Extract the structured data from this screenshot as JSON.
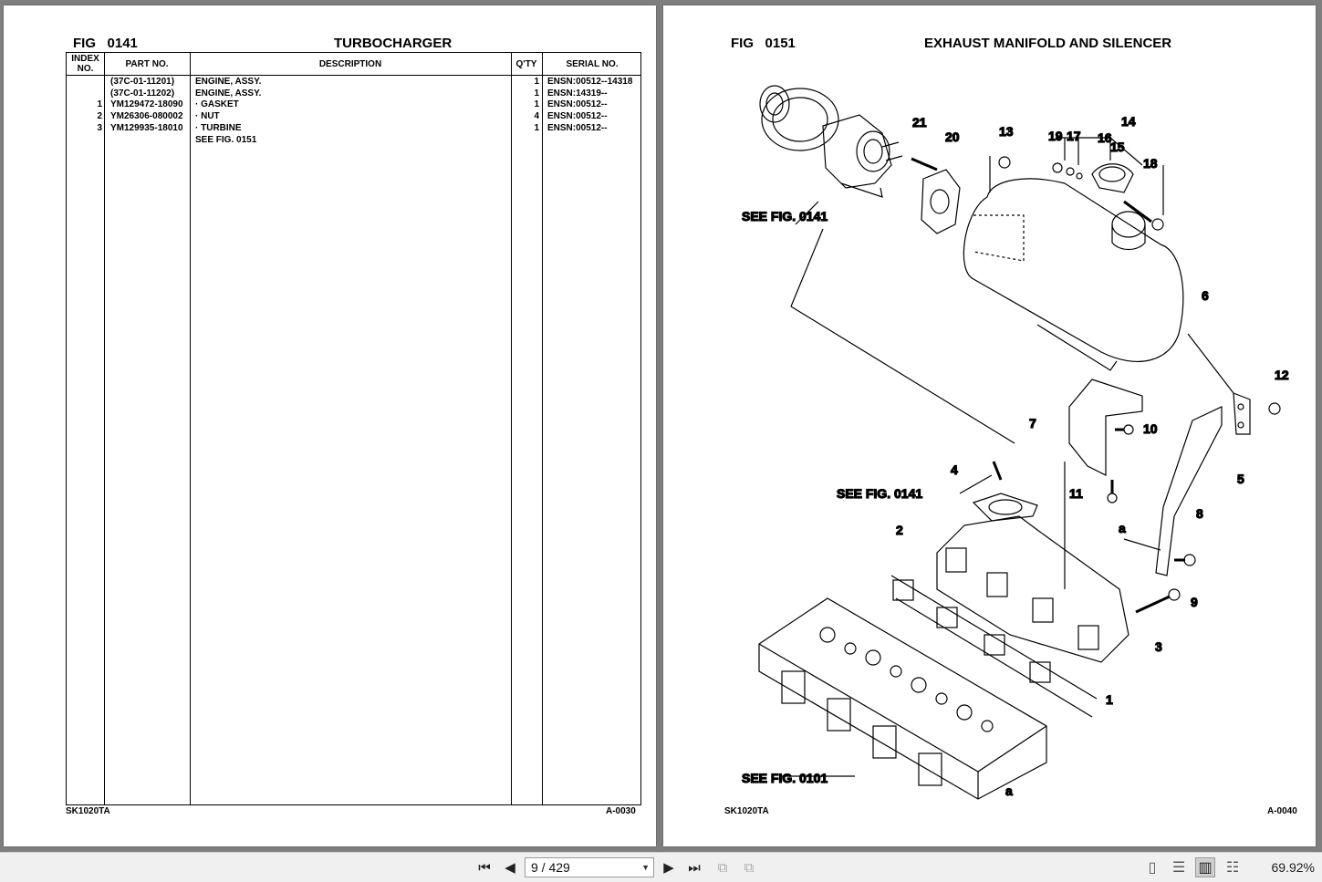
{
  "left_page": {
    "fig_label": "FIG",
    "fig_number": "0141",
    "title": "TURBOCHARGER",
    "table": {
      "headers": {
        "index": "INDEX NO.",
        "part_no": "PART NO.",
        "description": "DESCRIPTION",
        "qty": "Q'TY",
        "serial_no": "SERIAL NO."
      },
      "rows": [
        {
          "index": "",
          "part_no": "(37C-01-11201)",
          "description": "ENGINE, ASSY.",
          "qty": "1",
          "serial_no": "ENSN:00512--14318"
        },
        {
          "index": "",
          "part_no": "(37C-01-11202)",
          "description": "ENGINE, ASSY.",
          "qty": "1",
          "serial_no": "ENSN:14319--"
        },
        {
          "index": "1",
          "part_no": "YM129472-18090",
          "description": "·  GASKET",
          "qty": "1",
          "serial_no": "ENSN:00512--"
        },
        {
          "index": "2",
          "part_no": "YM26306-080002",
          "description": "·  NUT",
          "qty": "4",
          "serial_no": "ENSN:00512--"
        },
        {
          "index": "3",
          "part_no": "YM129935-18010",
          "description": "·  TURBINE",
          "qty": "1",
          "serial_no": "ENSN:00512--"
        },
        {
          "index": "",
          "part_no": "",
          "description": "SEE FIG. 0151",
          "qty": "",
          "serial_no": ""
        }
      ]
    },
    "footer_left": "SK1020TA",
    "footer_right": "A-0030"
  },
  "right_page": {
    "fig_label": "FIG",
    "fig_number": "0151",
    "title": "EXHAUST MANIFOLD AND SILENCER",
    "diagram": {
      "references": [
        "SEE FIG. 0141",
        "SEE FIG. 0141",
        "SEE FIG. 0101"
      ],
      "callouts": [
        "1",
        "2",
        "3",
        "4",
        "5",
        "6",
        "7",
        "8",
        "9",
        "10",
        "11",
        "12",
        "13",
        "14",
        "15",
        "16",
        "17",
        "18",
        "19",
        "20",
        "21",
        "a",
        "a"
      ]
    },
    "footer_left": "SK1020TA",
    "footer_right": "A-0040"
  },
  "toolbar": {
    "page_indicator": "9 / 429",
    "zoom": "69.92%",
    "icons": [
      "first-page-icon",
      "prev-page-icon",
      "next-page-icon",
      "last-page-icon",
      "rotate-icon",
      "fit-icon",
      "single-page-icon",
      "continuous-icon",
      "two-page-icon",
      "book-icon"
    ]
  }
}
